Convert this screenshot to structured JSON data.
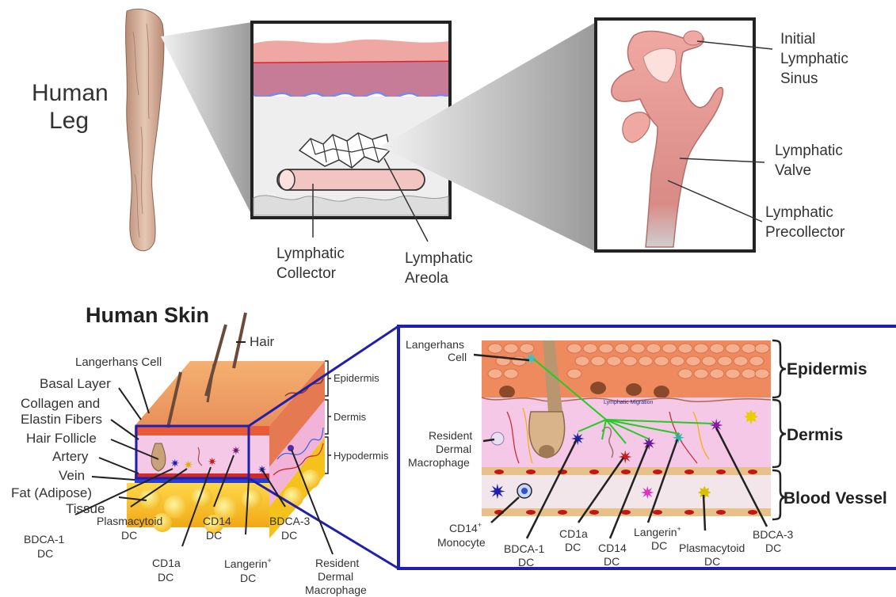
{
  "top": {
    "leg_label_1": "Human",
    "leg_label_2": "Leg",
    "sinus_1": "Initial",
    "sinus_2": "Lymphatic",
    "sinus_3": "Sinus",
    "valve_1": "Lymphatic",
    "valve_2": "Valve",
    "precollector_1": "Lymphatic",
    "precollector_2": "Precollector",
    "collector_1": "Lymphatic",
    "collector_2": "Collector",
    "areola_1": "Lymphatic",
    "areola_2": "Areola"
  },
  "skin": {
    "title": "Human Skin",
    "hair": "Hair",
    "langerhans": "Langerhans Cell",
    "basal": "Basal Layer",
    "collagen_1": "Collagen and",
    "collagen_2": "Elastin Fibers",
    "follicle": "Hair Follicle",
    "artery": "Artery",
    "vein": "Vein",
    "fat_1": "Fat (Adipose)",
    "fat_2": "Tissue",
    "epidermis": "Epidermis",
    "dermis": "Dermis",
    "hypodermis": "Hypodermis",
    "bdca1_1": "BDCA-1",
    "bdca1_2": "DC",
    "plasma_1": "Plasmacytoid",
    "plasma_2": "DC",
    "cd1a_1": "CD1a",
    "cd1a_2": "DC",
    "cd14_1": "CD14",
    "cd14_2": "DC",
    "langerin_1": "Langerin",
    "langerin_sup": "+",
    "langerin_2": "DC",
    "bdca3_1": "BDCA-3",
    "bdca3_2": "DC",
    "rdm_1": "Resident",
    "rdm_2": "Dermal",
    "rdm_3": "Macrophage"
  },
  "zoom": {
    "langerhans_1": "Langerhans",
    "langerhans_2": "Cell",
    "migration": "Lymphatic Migration",
    "rdm_1": "Resident",
    "rdm_2": "Dermal",
    "rdm_3": "Macrophage",
    "epidermis": "Epidermis",
    "dermis": "Dermis",
    "blood_vessel": "Blood Vessel",
    "cd14mono_1": "CD14",
    "cd14mono_sup": "+",
    "cd14mono_2": "Monocyte",
    "bdca1_1": "BDCA-1",
    "bdca1_2": "DC",
    "cd1a_1": "CD1a",
    "cd1a_2": "DC",
    "cd14_1": "CD14",
    "cd14_2": "DC",
    "langerin_1": "Langerin",
    "langerin_sup": "+",
    "langerin_2": "DC",
    "plasma_1": "Plasmacytoid",
    "plasma_2": "DC",
    "bdca3_1": "BDCA-3",
    "bdca3_2": "DC"
  },
  "colors": {
    "frame_blue": "#1f1fb0",
    "migration_green": "#22cc22",
    "epidermis_red": "#e0603a",
    "dermis_pink": "#f4c8e6",
    "fat_yellow": "#f5c21b"
  }
}
